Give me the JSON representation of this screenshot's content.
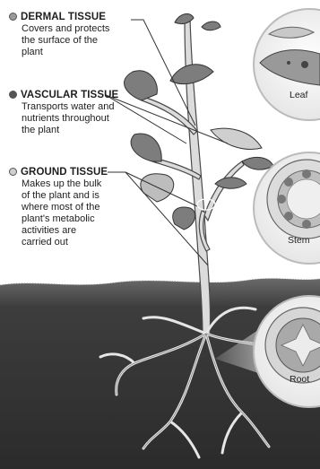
{
  "labels": {
    "dermal": {
      "heading": "DERMAL TISSUE",
      "lines": [
        "Covers and protects",
        "the surface of the",
        "plant"
      ],
      "color": "#9a9a9a"
    },
    "vascular": {
      "heading": "VASCULAR TISSUE",
      "lines": [
        "Transports water and",
        "nutrients throughout",
        "the plant"
      ],
      "color": "#555555"
    },
    "ground": {
      "heading": "GROUND TISSUE",
      "lines": [
        "Makes up the bulk",
        "of the plant and is",
        "where most of the",
        "plant's metabolic",
        "activities are",
        "carried out"
      ],
      "color": "#cfcfcf"
    }
  },
  "callouts": {
    "leaf": "Leaf",
    "stem": "Stem",
    "root": "Root"
  },
  "colors": {
    "soil": "#3a3a3a",
    "plant": "#d9d9d9",
    "outline": "#4a4a4a"
  }
}
